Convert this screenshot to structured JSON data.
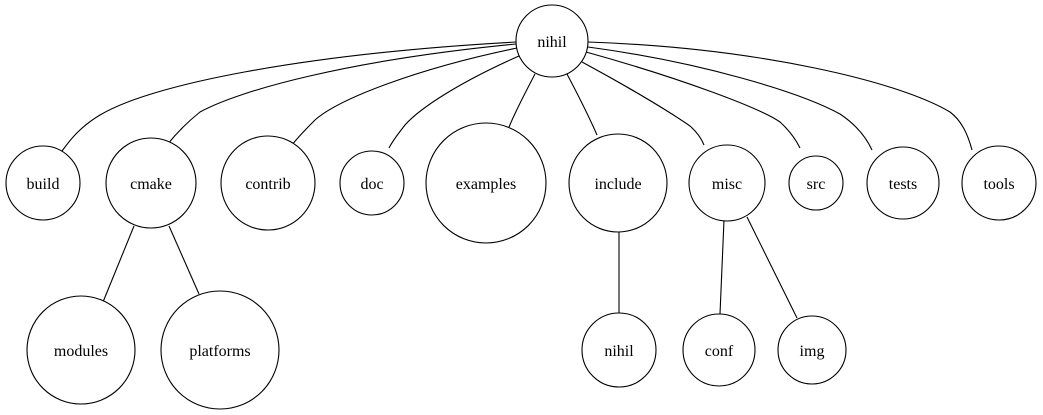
{
  "colors": {
    "background": "#ffffff",
    "stroke": "#000000",
    "text": "#000000"
  },
  "nodes": {
    "root": "nihil",
    "build": "build",
    "cmake": "cmake",
    "contrib": "contrib",
    "doc": "doc",
    "examples": "examples",
    "include": "include",
    "misc": "misc",
    "src": "src",
    "tests": "tests",
    "tools": "tools",
    "modules": "modules",
    "platforms": "platforms",
    "include_nihil": "nihil",
    "conf": "conf",
    "img": "img"
  },
  "edges": [
    [
      "root",
      "build"
    ],
    [
      "root",
      "cmake"
    ],
    [
      "root",
      "contrib"
    ],
    [
      "root",
      "doc"
    ],
    [
      "root",
      "examples"
    ],
    [
      "root",
      "include"
    ],
    [
      "root",
      "misc"
    ],
    [
      "root",
      "src"
    ],
    [
      "root",
      "tests"
    ],
    [
      "root",
      "tools"
    ],
    [
      "cmake",
      "modules"
    ],
    [
      "cmake",
      "platforms"
    ],
    [
      "include",
      "include_nihil"
    ],
    [
      "misc",
      "conf"
    ],
    [
      "misc",
      "img"
    ]
  ]
}
